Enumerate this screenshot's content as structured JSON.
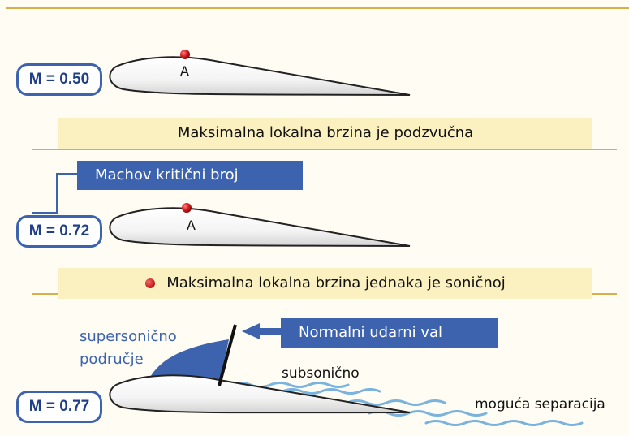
{
  "panels": [
    {
      "mach": "M = 0.50",
      "point_label": "A"
    },
    {
      "mach": "M = 0.72",
      "point_label": "A",
      "callout": "Machov kritični broj"
    },
    {
      "mach": "M = 0.77"
    }
  ],
  "bands": [
    {
      "text": "Maksimalna lokalna brzina je podzvučna"
    },
    {
      "text": "Maksimalna lokalna brzina jednaka je soničnoj"
    }
  ],
  "shock": {
    "label": "Normalni udarni val",
    "region_line1": "supersonično",
    "region_line2": "područje",
    "subsonic_label": "subsonično",
    "separation_label": "moguća separacija"
  },
  "colors": {
    "frame_gold": "#d8b04a",
    "accent_blue": "#3d63ae",
    "band_fill": "#fbf0c0",
    "point_red": "#c31818",
    "wake_blue": "#7ab3de"
  }
}
